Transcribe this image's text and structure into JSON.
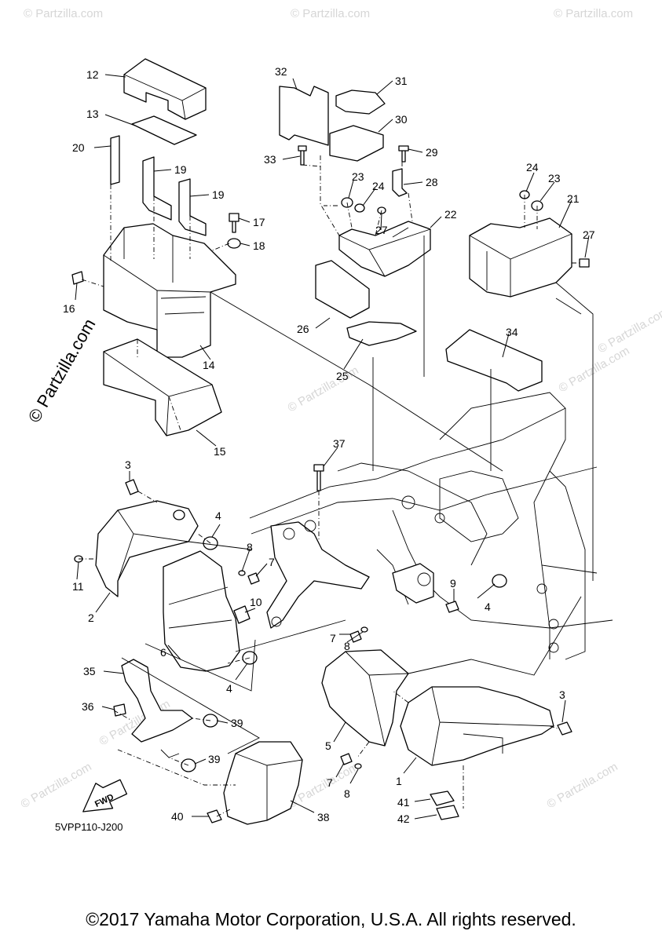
{
  "diagram": {
    "part_code": "5VPP110-J200",
    "direction_arrow_label": "FWD",
    "watermark_vertical": "© Partzilla.com",
    "watermark_small": "© Partzilla.com",
    "callouts": {
      "c1": "1",
      "c2": "2",
      "c3a": "3",
      "c3b": "3",
      "c4a": "4",
      "c4b": "4",
      "c4c": "4",
      "c5": "5",
      "c6": "6",
      "c7a": "7",
      "c7b": "7",
      "c7c": "7",
      "c8a": "8",
      "c8b": "8",
      "c8c": "8",
      "c9": "9",
      "c10": "10",
      "c11": "11",
      "c12": "12",
      "c13": "13",
      "c14": "14",
      "c15": "15",
      "c16": "16",
      "c17": "17",
      "c18": "18",
      "c19a": "19",
      "c19b": "19",
      "c20": "20",
      "c21": "21",
      "c22": "22",
      "c23a": "23",
      "c23b": "23",
      "c24a": "24",
      "c24b": "24",
      "c25": "25",
      "c26": "26",
      "c27a": "27",
      "c27b": "27",
      "c28": "28",
      "c29": "29",
      "c30": "30",
      "c31": "31",
      "c32": "32",
      "c33": "33",
      "c34": "34",
      "c35": "35",
      "c36": "36",
      "c37": "37",
      "c38": "38",
      "c39a": "39",
      "c39b": "39",
      "c40": "40",
      "c41": "41",
      "c42": "42"
    }
  },
  "footer": {
    "copyright": "©2017 Yamaha Motor Corporation, U.S.A. All rights reserved."
  }
}
